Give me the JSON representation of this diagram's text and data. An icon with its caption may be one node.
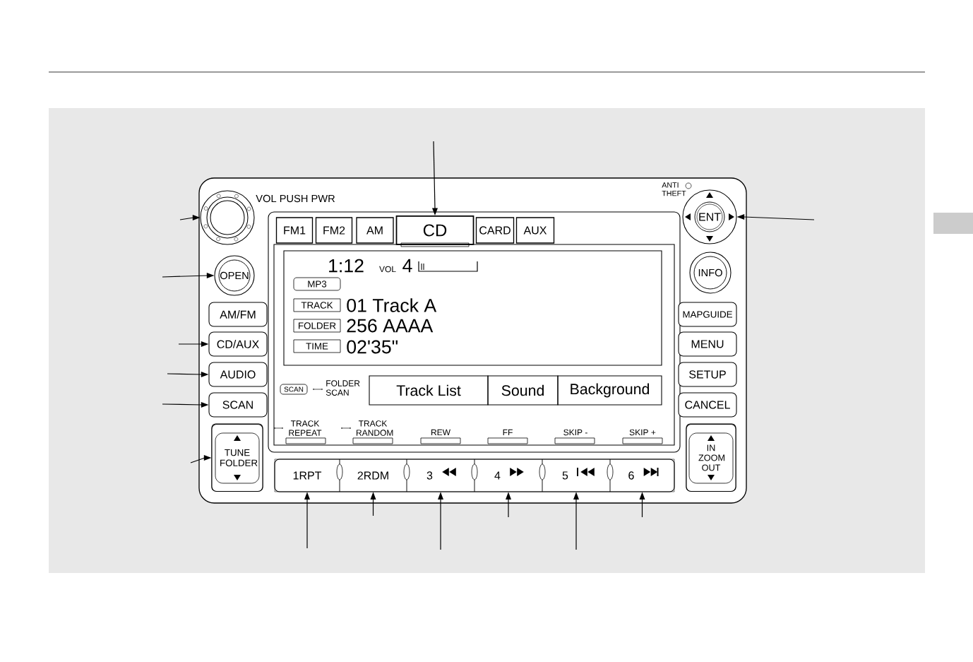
{
  "diagram": {
    "nodes": [
      {
        "text": [],
        "shape": "circle",
        "beside": [
          "VOL PUSH PWR"
        ]
      },
      {
        "text": [
          "OPEN"
        ]
      },
      {
        "text": [
          "AM/FM"
        ]
      },
      {
        "text": [
          "CD/AUX"
        ]
      },
      {
        "text": [
          "AUDIO"
        ]
      },
      {
        "text": [
          "SCAN"
        ]
      },
      {
        "text": [
          "TUNE FOLDER"
        ]
      },
      {
        "text": [
          "FM1"
        ]
      },
      {
        "text": [
          "FM2"
        ]
      },
      {
        "text": [
          "AM"
        ]
      },
      {
        "text": [
          "CD"
        ]
      },
      {
        "text": [
          "CARD"
        ]
      },
      {
        "text": [
          "AUX"
        ]
      },
      {
        "text": [
          "MP3"
        ]
      },
      {
        "text": [
          "TRACK"
        ]
      },
      {
        "text": [
          "FOLDER"
        ]
      },
      {
        "text": [
          "TIME"
        ]
      },
      {
        "text": [
          "SCAN"
        ]
      },
      {
        "text": [
          "Track  List"
        ]
      },
      {
        "text": [
          "Sound"
        ]
      },
      {
        "text": [
          "Background"
        ]
      },
      {
        "text": [
          "1RPT"
        ]
      },
      {
        "text": [
          "2RDM"
        ]
      },
      {
        "text": [
          "3"
        ]
      },
      {
        "text": [
          "4"
        ]
      },
      {
        "text": [
          "5"
        ]
      },
      {
        "text": [
          "6"
        ]
      },
      {
        "text": [
          "ENT"
        ]
      },
      {
        "text": [
          "INFO"
        ]
      },
      {
        "text": [
          "MAPGUIDE"
        ]
      },
      {
        "text": [
          "MENU"
        ]
      },
      {
        "text": [
          "SETUP"
        ]
      },
      {
        "text": [
          "CANCEL"
        ]
      },
      {
        "text": [
          "IN ZOOM OUT"
        ]
      }
    ],
    "edges": [
      {
        "from": null,
        "to": 10,
        "arrow": "to"
      },
      {
        "from": null,
        "to": 27,
        "arrow": "to"
      },
      {
        "from": null,
        "to": 0,
        "arrow": "to"
      },
      {
        "from": null,
        "to": 1,
        "arrow": "to"
      },
      {
        "from": null,
        "to": 3,
        "arrow": "to"
      },
      {
        "from": null,
        "to": 4,
        "arrow": "to"
      },
      {
        "from": null,
        "to": 5,
        "arrow": "to"
      },
      {
        "from": null,
        "to": 6,
        "arrow": "to"
      },
      {
        "from": null,
        "to": 21,
        "arrow": "to"
      },
      {
        "from": null,
        "to": 22,
        "arrow": "to"
      },
      {
        "from": null,
        "to": 23,
        "arrow": "to"
      },
      {
        "from": null,
        "to": 24,
        "arrow": "to"
      },
      {
        "from": null,
        "to": 25,
        "arrow": "to"
      },
      {
        "from": null,
        "to": 26,
        "arrow": "to"
      }
    ],
    "labels": [
      "ANTI THEFT",
      "1:12",
      "VOL",
      "4",
      "01  Track  A",
      "256 AAAA",
      "02'35\"",
      "FOLDER SCAN",
      "TRACK REPEAT",
      "TRACK RANDOM",
      "REW",
      "FF",
      "SKIP -",
      "SKIP +"
    ]
  }
}
